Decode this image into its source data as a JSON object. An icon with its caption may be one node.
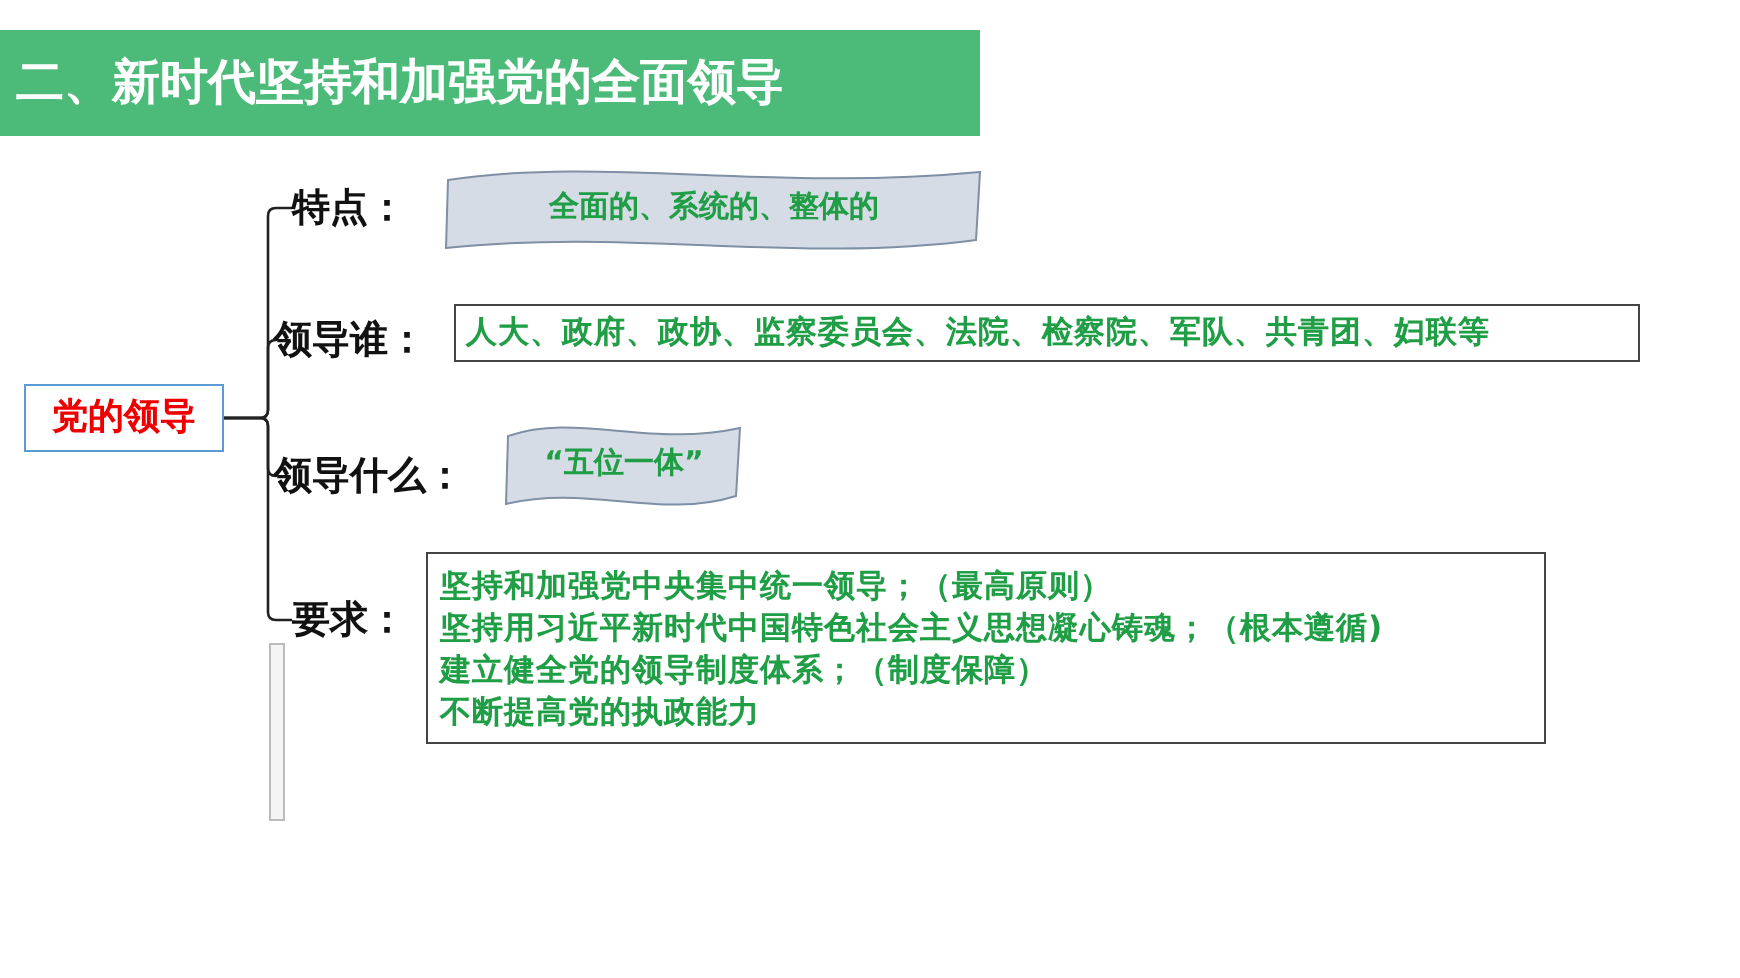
{
  "diagram": {
    "title": "二、新时代坚持和加强党的全面领导",
    "nodes": [
      {
        "text": [
          "党的领导"
        ]
      },
      {
        "text": [
          "特点："
        ]
      },
      {
        "text": [
          "全面的、系统的、整体的"
        ]
      },
      {
        "text": [
          "领导谁："
        ]
      },
      {
        "text": [
          "人大、政府、政协、监察委员会、法院、检察院、军队、共青团、妇联等"
        ]
      },
      {
        "text": [
          "领导什么："
        ]
      },
      {
        "text": [
          "“五位一体”"
        ]
      },
      {
        "text": [
          "要求："
        ]
      },
      {
        "text": [
          "坚持和加强党中央集中统一领导；（最高原则）",
          "坚持用习近平新时代中国特色社会主义思想凝心铸魂；（根本遵循)",
          "建立健全党的领导制度体系；（制度保障）",
          "不断提高党的执政能力"
        ]
      }
    ],
    "edges": [
      {
        "from": 0,
        "to": 1,
        "arrow": "none"
      },
      {
        "from": 0,
        "to": 3,
        "arrow": "none"
      },
      {
        "from": 0,
        "to": 5,
        "arrow": "none"
      },
      {
        "from": 0,
        "to": 7,
        "arrow": "none"
      }
    ]
  }
}
